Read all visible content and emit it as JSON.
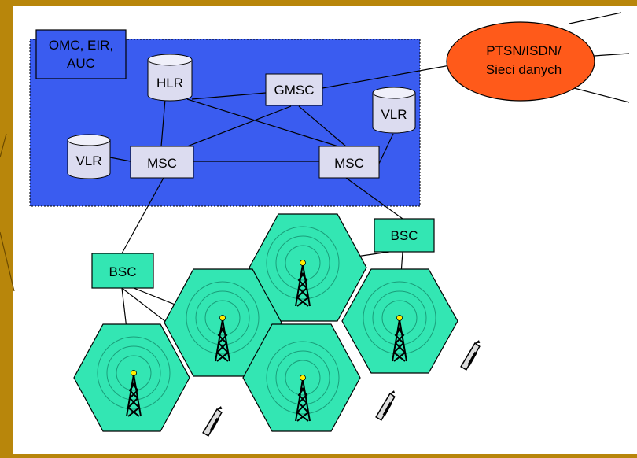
{
  "colors": {
    "frame": "#b8860b",
    "network_area": "#3a5cf0",
    "node_fill": "#dcdcf0",
    "cell_fill": "#33e6b3",
    "bsc_fill": "#33e6b3",
    "ellipse_fill": "#ff5a1a",
    "lines": "#000000"
  },
  "network": {
    "management_label": "OMC, EIR, AUC",
    "management_lines": [
      "OMC, EIR,",
      "AUC"
    ],
    "hlr": "HLR",
    "gmsc": "GMSC",
    "msc_left": "MSC",
    "msc_right": "MSC",
    "vlr_left": "VLR",
    "vlr_right": "VLR"
  },
  "external": {
    "label_lines": [
      "PTSN/ISDN/",
      "Sieci danych"
    ]
  },
  "radio": {
    "bsc_left": "BSC",
    "bsc_right": "BSC",
    "cell_icon": "radio-tower-icon",
    "handset_icon": "mobile-phone-icon"
  }
}
